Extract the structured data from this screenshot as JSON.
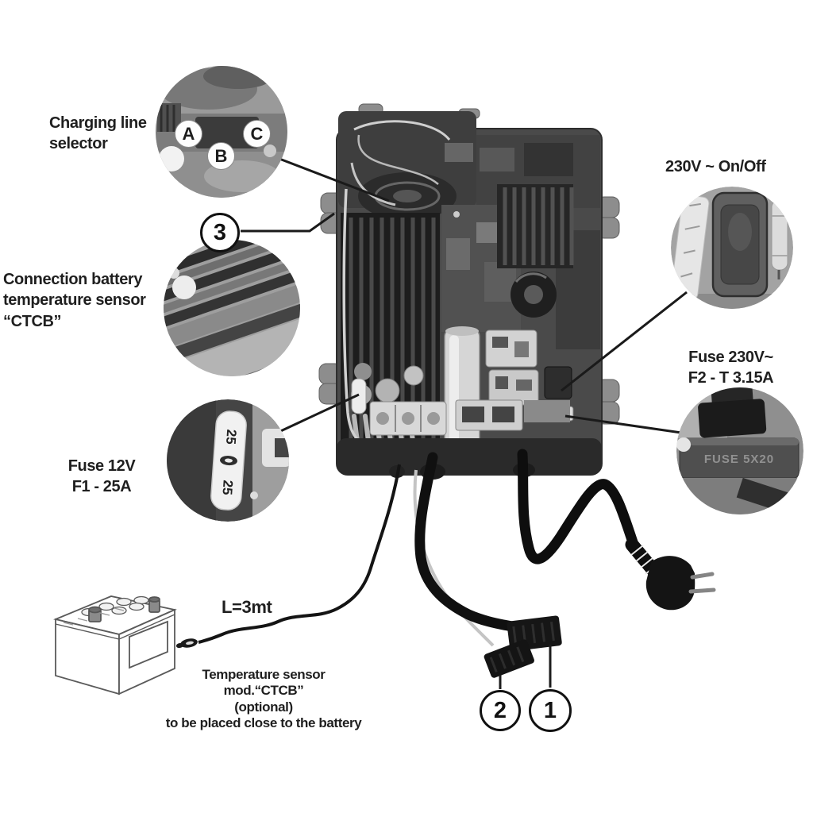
{
  "colors": {
    "background": "#ffffff",
    "line": "#1a1a1a",
    "text": "#1f1f1f",
    "board_dark": "#4a4a4a",
    "cable_black": "#101010"
  },
  "labels": {
    "charging_selector": "Charging line\nselector",
    "connection_ctcb": "Connection battery\ntemperature sensor\n“CTCB”",
    "fuse12": "Fuse 12V\nF1 - 25A",
    "mains": "230V ~ On/Off",
    "fuse230": "Fuse 230V~\nF2 - T 3.15A",
    "length": "L=3mt",
    "sensor_note": "Temperature sensor\nmod.“CTCB”\n(optional)\nto be placed close to the battery"
  },
  "badges": {
    "connector1": "1",
    "connector2": "2",
    "connector3": "3",
    "sel_a": "A",
    "sel_b": "B",
    "sel_c": "C"
  },
  "details": {
    "fuse12_top": "25",
    "fuse12_bottom": "25",
    "fuse230_marking": "FUSE 5X20"
  }
}
